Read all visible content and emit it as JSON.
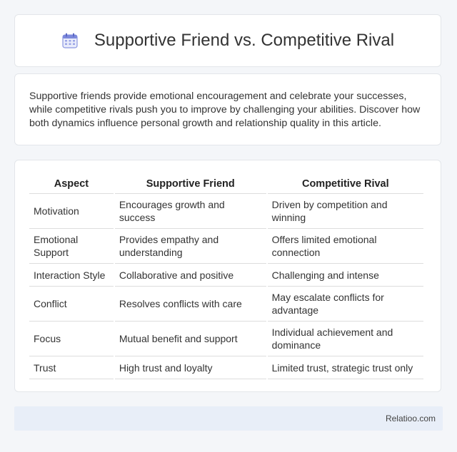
{
  "header": {
    "title": "Supportive Friend vs. Competitive Rival",
    "icon": "calendar-icon"
  },
  "intro": {
    "text": "Supportive friends provide emotional encouragement and celebrate your successes, while competitive rivals push you to improve by challenging your abilities. Discover how both dynamics influence personal growth and relationship quality in this article."
  },
  "table": {
    "headers": [
      "Aspect",
      "Supportive Friend",
      "Competitive Rival"
    ],
    "rows": [
      [
        "Motivation",
        "Encourages growth and success",
        "Driven by competition and winning"
      ],
      [
        "Emotional Support",
        "Provides empathy and understanding",
        "Offers limited emotional connection"
      ],
      [
        "Interaction Style",
        "Collaborative and positive",
        "Challenging and intense"
      ],
      [
        "Conflict",
        "Resolves conflicts with care",
        "May escalate conflicts for advantage"
      ],
      [
        "Focus",
        "Mutual benefit and support",
        "Individual achievement and dominance"
      ],
      [
        "Trust",
        "High trust and loyalty",
        "Limited trust, strategic trust only"
      ]
    ]
  },
  "footer": {
    "brand": "Relatioo.com"
  },
  "colors": {
    "background": "#f4f6f9",
    "footer_bg": "#e8eef8",
    "icon_accent": "#6c7bd8"
  }
}
